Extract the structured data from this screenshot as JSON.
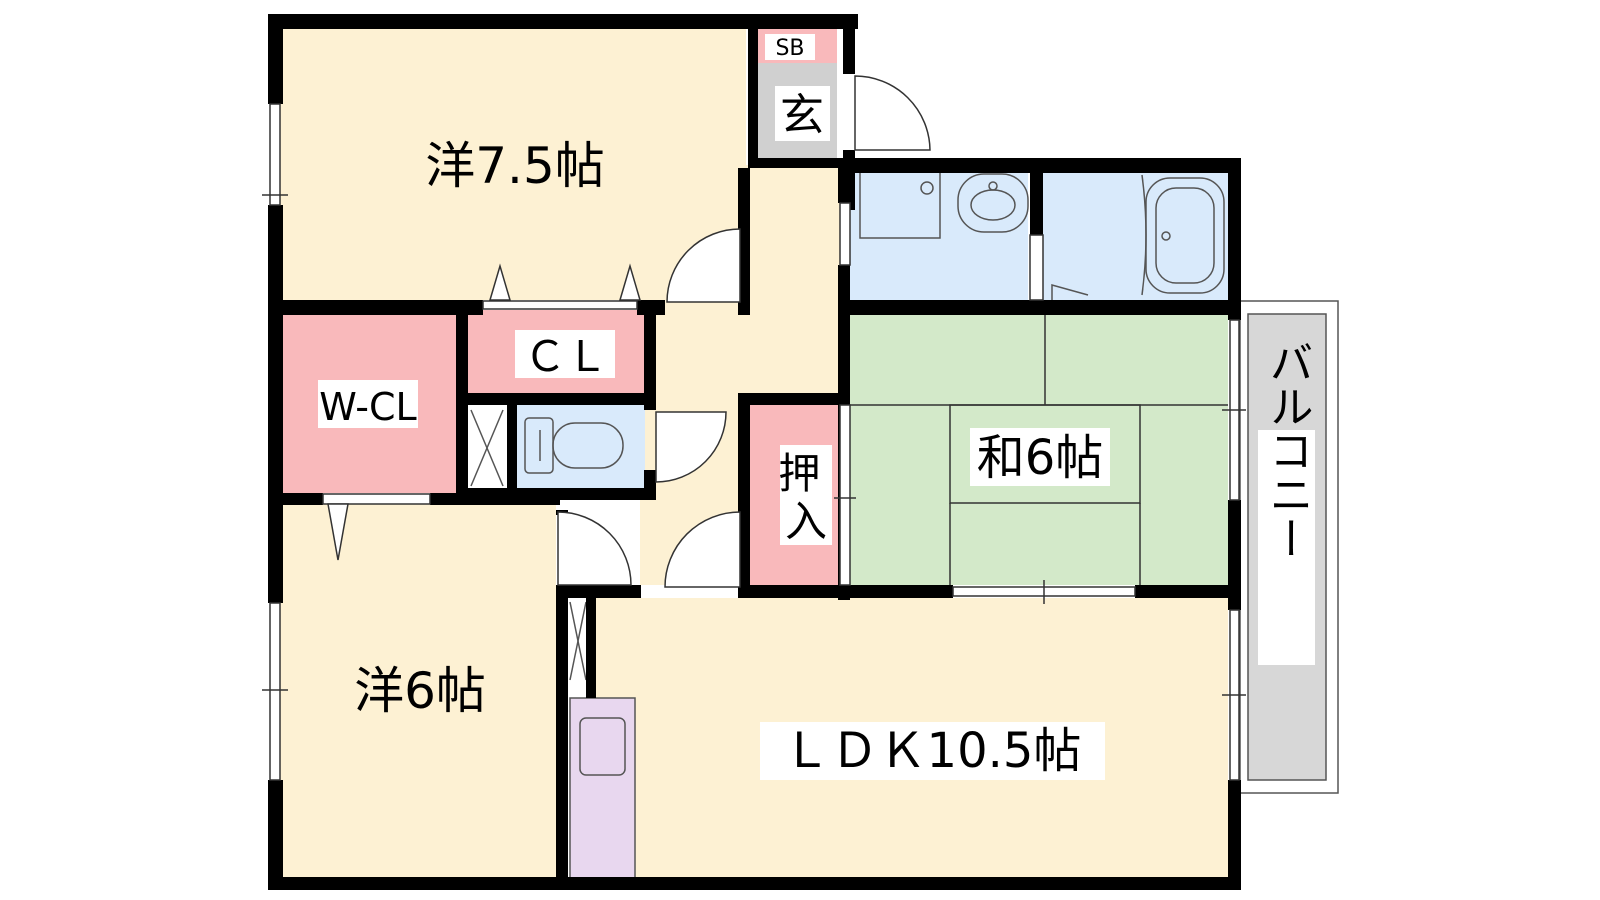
{
  "rooms": {
    "western_1": "洋7.5帖",
    "western_2": "洋6帖",
    "closet": "ＣＬ",
    "walk_in_closet": "W-CL",
    "shoe_box": "SB",
    "entrance": "玄",
    "oshiire": "押入",
    "japanese": "和6帖",
    "ldk": "ＬＤＫ10.5帖",
    "balcony": "バルコニー"
  },
  "colors": {
    "western_floor": "#fdf1d3",
    "closet_pink": "#f9b9bb",
    "wet_blue": "#d9eafb",
    "tatami_green": "#d3e9c9",
    "entrance_gray": "#d0d0d0",
    "kitchen_purple": "#e8d7ef",
    "balcony_gray": "#d7d7d7",
    "wall": "#000000"
  }
}
